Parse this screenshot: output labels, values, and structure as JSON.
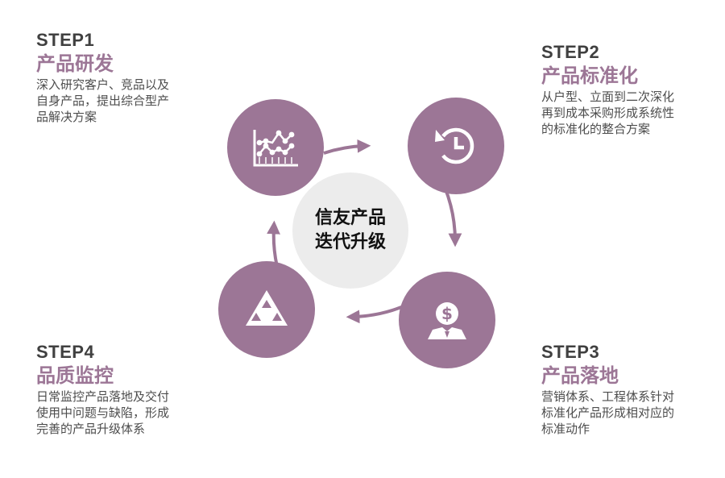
{
  "colors": {
    "accent": "#9c7696",
    "center_fill": "#ececec",
    "icon": "#ffffff",
    "step_label": "#404040",
    "text": "#4d4d4d"
  },
  "center": {
    "line1": "信友产品",
    "line2": "迭代升级"
  },
  "steps": [
    {
      "step": "STEP1",
      "title": "产品研发",
      "desc": [
        "深入研究客户、竞品以及",
        "自身产品，提出综合型产",
        "品解决方案"
      ],
      "icon": "chart-icon"
    },
    {
      "step": "STEP2",
      "title": "产品标准化",
      "desc": [
        "从户型、立面到二次深化",
        "再到成本采购形成系统性",
        "的标准化的整合方案"
      ],
      "icon": "history-clock-icon"
    },
    {
      "step": "STEP3",
      "title": "产品落地",
      "desc": [
        "营销体系、工程体系针对",
        "标准化产品形成相对应的",
        "标准动作"
      ],
      "icon": "dollar-person-icon"
    },
    {
      "step": "STEP4",
      "title": "品质监控",
      "desc": [
        "日常监控产品落地及交付",
        "使用中问题与缺陷，形成",
        "完善的产品升级体系"
      ],
      "icon": "triangle-icon"
    }
  ]
}
